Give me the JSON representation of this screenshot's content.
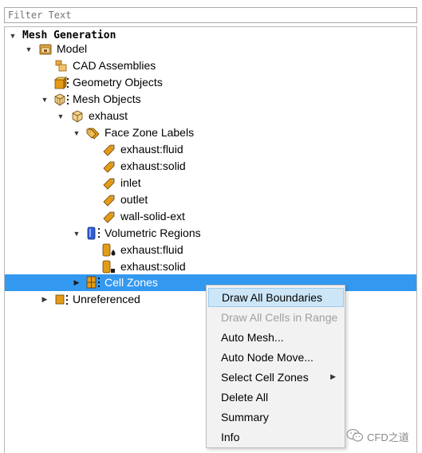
{
  "filter": {
    "placeholder": "Filter Text"
  },
  "tree": {
    "root": "Mesh Generation",
    "model": "Model",
    "cad_assemblies": "CAD Assemblies",
    "geometry_objects": "Geometry Objects",
    "mesh_objects": "Mesh Objects",
    "exhaust": "exhaust",
    "face_zone_labels": "Face Zone Labels",
    "face_zones": [
      "exhaust:fluid",
      "exhaust:solid",
      "inlet",
      "outlet",
      "wall-solid-ext"
    ],
    "volumetric_regions": "Volumetric Regions",
    "regions": [
      "exhaust:fluid",
      "exhaust:solid"
    ],
    "cell_zones": "Cell Zones",
    "unreferenced": "Unreferenced"
  },
  "context_menu": {
    "items": [
      "Draw All Boundaries",
      "Draw All Cells in Range",
      "Auto Mesh...",
      "Auto Node Move...",
      "Select Cell Zones",
      "Delete All",
      "Summary",
      "Info"
    ],
    "highlighted": "Draw All Boundaries",
    "disabled": "Draw All Cells in Range"
  },
  "watermark": {
    "text": "CFD之道"
  },
  "colors": {
    "selection": "#3399f0",
    "menu_highlight": "#cde6f7",
    "icon_orange": "#e49b17"
  }
}
